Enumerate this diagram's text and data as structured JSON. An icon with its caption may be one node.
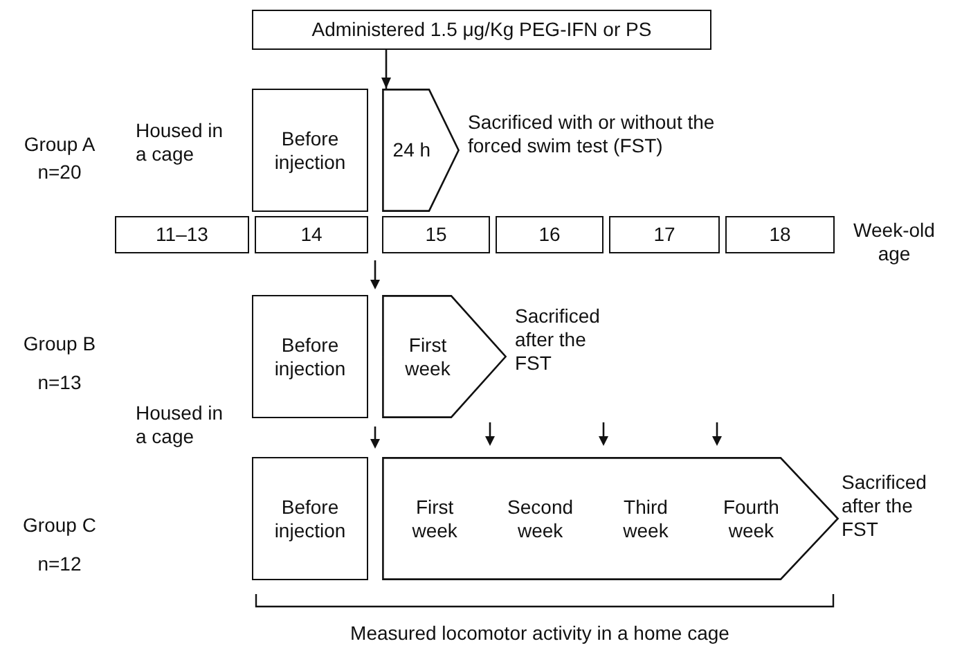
{
  "diagram": {
    "nodes": [
      {
        "text": [
          "Administered 1.5 μg/Kg PEG-IFN or PS"
        ]
      },
      {
        "text": [
          "Before injection"
        ]
      },
      {
        "text": [
          "24 h"
        ],
        "beside": [
          "Sacrificed with or without the forced swim test (FST)"
        ]
      },
      {
        "text": [
          "11–13"
        ]
      },
      {
        "text": [
          "14"
        ]
      },
      {
        "text": [
          "15"
        ]
      },
      {
        "text": [
          "16"
        ]
      },
      {
        "text": [
          "17"
        ]
      },
      {
        "text": [
          "18"
        ]
      },
      {
        "text": [
          "Before injection"
        ]
      },
      {
        "text": [
          "First week"
        ],
        "beside": [
          "Sacrificed after the FST"
        ]
      },
      {
        "text": [
          "Before injection"
        ]
      },
      {
        "text": [
          "First week",
          "Second week",
          "Third week",
          "Fourth week"
        ],
        "beside": [
          "Sacrificed after the FST"
        ]
      }
    ],
    "edges": [
      {
        "from": 0,
        "to": 2,
        "arrow": "to"
      }
    ],
    "labels": [
      "Group A",
      "n=20",
      "Housed in a cage",
      "Week-old age",
      "Group B",
      "n=13",
      "Housed in a cage",
      "Group C",
      "n=12",
      "Measured locomotor activity in a home cage"
    ]
  }
}
